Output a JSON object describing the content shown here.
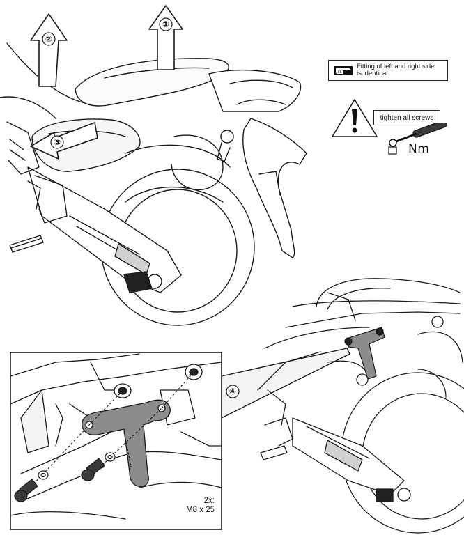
{
  "steps": {
    "step1": "①",
    "step2": "②",
    "step3": "③",
    "step4": "④"
  },
  "note_identical": "Fitting of left and right side\nis identical",
  "warning": {
    "text": "tighten all screws",
    "unit": "Nm"
  },
  "detail": {
    "quantity": "2x:",
    "screw_spec": "M8 x 25"
  },
  "icons": {
    "hand": "pointing-hand-icon",
    "warning": "warning-triangle-icon",
    "wrench": "torque-wrench-icon"
  },
  "colors": {
    "line": "#1a1a1a",
    "bracket_fill": "#8c8c8c",
    "screw_fill": "#3a3a3a",
    "background": "#ffffff"
  }
}
